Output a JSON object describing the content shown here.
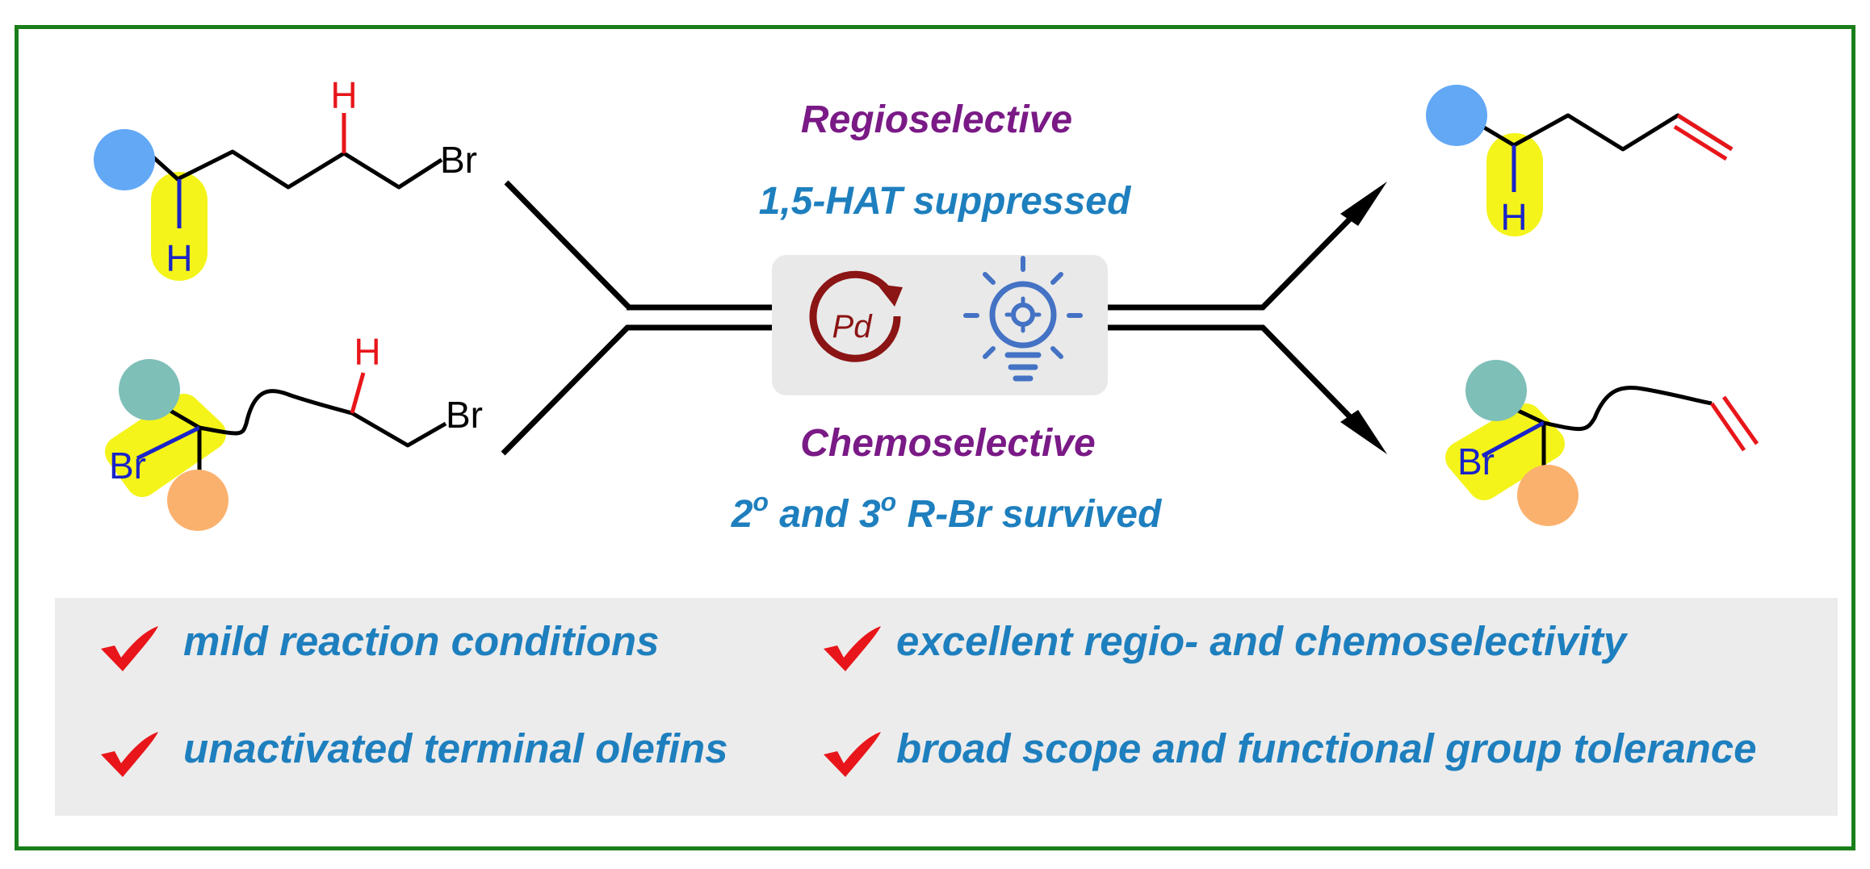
{
  "header": {
    "regio": "Regioselective",
    "hat": "1,5-HAT suppressed",
    "chemo": "Chemoselective",
    "survived_a": "2",
    "survived_sup1": "o",
    "survived_b": " and 3",
    "survived_sup2": "o",
    "survived_c": " R-Br survived"
  },
  "atoms": {
    "h": "H",
    "br": "Br"
  },
  "catalyst": {
    "pd": "Pd"
  },
  "icons": [
    "pd-cycle-icon",
    "lightbulb-icon",
    "checkmark-icon"
  ],
  "features": [
    "mild reaction conditions",
    "excellent regio- and chemoselectivity",
    "unactivated terminal olefins",
    "broad scope and functional group tolerance"
  ],
  "colors": {
    "frame": "#1a7f1a",
    "purple": "#7a1a86",
    "blue_text": "#1e7fbe",
    "highlight": "#f4f41a",
    "red": "#e8161a",
    "bond_blue": "#1a24c8",
    "circle_blue": "#62a8f5",
    "circle_teal": "#7ebfb8",
    "circle_orange": "#fbb16e",
    "pd_red": "#8b1414",
    "bulb_blue": "#4472c4"
  }
}
